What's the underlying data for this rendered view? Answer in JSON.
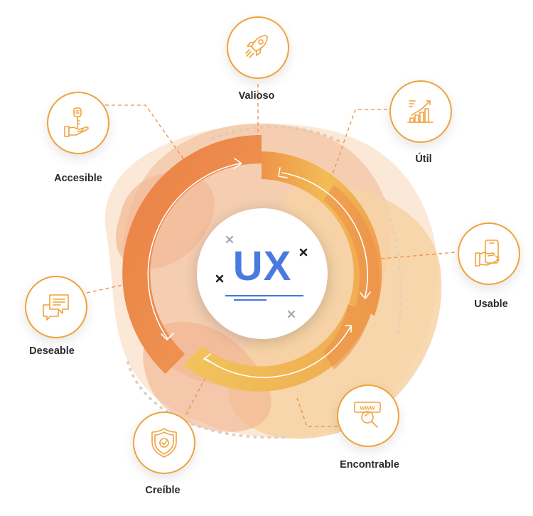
{
  "center": {
    "title": "UX"
  },
  "colors": {
    "accent": "#f0a23c",
    "ring_orange": "#ec8a4a",
    "ring_yellow": "#f2bd52",
    "ux_blue": "#4a7ae0"
  },
  "nodes": [
    {
      "label": "Valioso",
      "icon": "rocket-icon"
    },
    {
      "label": "Útil",
      "icon": "growth-chart-icon"
    },
    {
      "label": "Usable",
      "icon": "hand-phone-icon"
    },
    {
      "label": "Encontrable",
      "icon": "www-search-icon"
    },
    {
      "label": "Creíble",
      "icon": "shield-check-icon"
    },
    {
      "label": "Deseable",
      "icon": "chat-bubbles-icon"
    },
    {
      "label": "Accesible",
      "icon": "key-hand-icon"
    }
  ]
}
